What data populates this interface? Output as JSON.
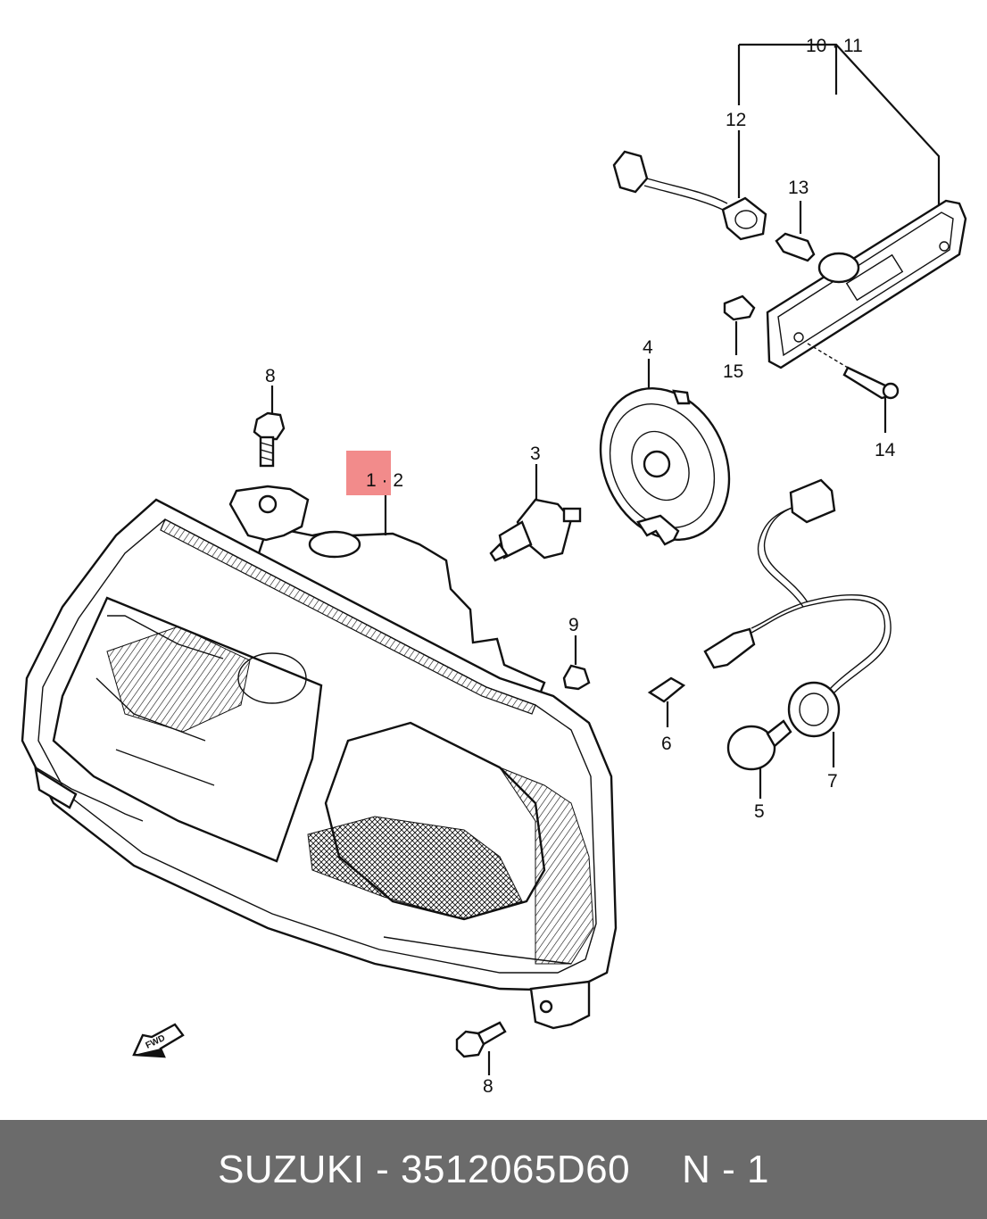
{
  "callouts": [
    {
      "id": "c-10-11",
      "text": "10 · 11"
    },
    {
      "id": "c-12",
      "text": "12"
    },
    {
      "id": "c-13",
      "text": "13"
    },
    {
      "id": "c-15",
      "text": "15"
    },
    {
      "id": "c-14",
      "text": "14"
    },
    {
      "id": "c-4",
      "text": "4"
    },
    {
      "id": "c-3",
      "text": "3"
    },
    {
      "id": "c-8-top",
      "text": "8"
    },
    {
      "id": "c-1-2",
      "text": "1 · 2"
    },
    {
      "id": "c-9",
      "text": "9"
    },
    {
      "id": "c-6",
      "text": "6"
    },
    {
      "id": "c-7",
      "text": "7"
    },
    {
      "id": "c-5",
      "text": "5"
    },
    {
      "id": "c-8-bottom",
      "text": "8"
    }
  ],
  "fwd_label": "FWD",
  "highlight_color": "#f28b8b",
  "footer": {
    "brand": "SUZUKI",
    "separator": "-",
    "part_number": "3512065D60",
    "sheet": "N - 1",
    "background": "#6b6b6b"
  }
}
